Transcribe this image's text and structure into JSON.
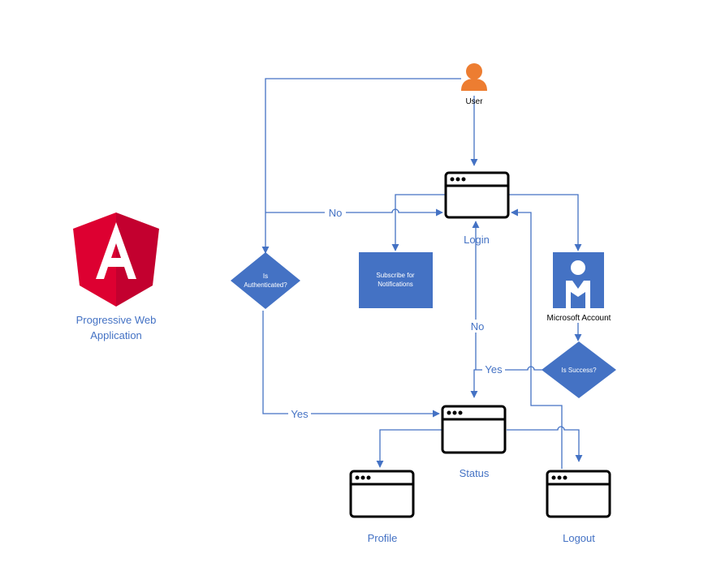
{
  "app": {
    "label_line1": "Progressive Web",
    "label_line2": "Application",
    "logo_letter": "A",
    "logo_colors": {
      "left": "#dd0031",
      "right": "#c3002f"
    }
  },
  "nodes": {
    "user": {
      "label": "User",
      "icon": "person-icon",
      "color": "#ed7d31"
    },
    "login": {
      "label": "Login",
      "icon": "browser-window-icon"
    },
    "is_authenticated": {
      "label_line1": "Is",
      "label_line2": "Authenticated?",
      "shape": "diamond"
    },
    "subscribe": {
      "label_line1": "Subscribe for",
      "label_line2": "Notifications",
      "shape": "rectangle"
    },
    "microsoft_account": {
      "label": "Microsoft Account",
      "icon": "account-icon"
    },
    "is_success": {
      "label": "Is Success?",
      "shape": "diamond"
    },
    "status": {
      "label": "Status",
      "icon": "browser-window-icon"
    },
    "profile": {
      "label": "Profile",
      "icon": "browser-window-icon"
    },
    "logout": {
      "label": "Logout",
      "icon": "browser-window-icon"
    }
  },
  "edge_labels": {
    "auth_no": "No",
    "auth_yes": "Yes",
    "success_no": "No",
    "success_yes": "Yes"
  },
  "colors": {
    "connector": "#4472c4",
    "node_fill": "#4472c4",
    "label_text": "#4472c4"
  }
}
